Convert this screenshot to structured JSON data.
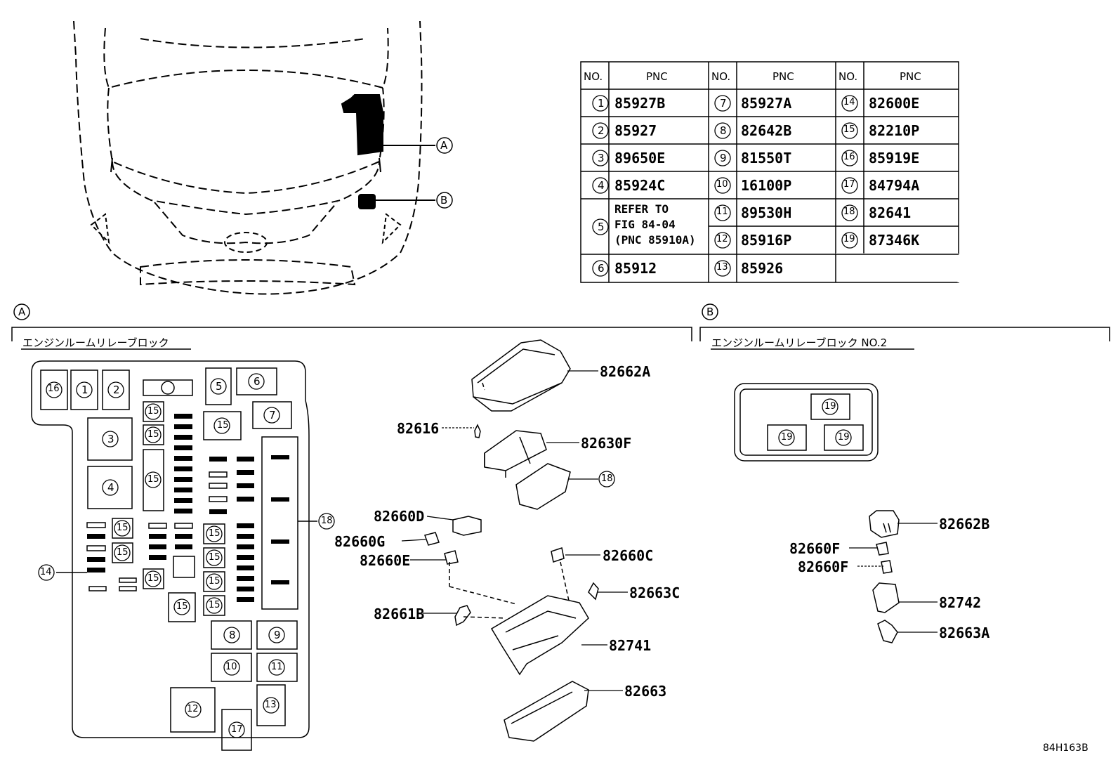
{
  "figure_code": "84H163B",
  "view_markers": {
    "a": "A",
    "b": "B"
  },
  "section_a": {
    "marker": "A",
    "title": "エンジンルームリレーブロック"
  },
  "section_b": {
    "marker": "B",
    "title": "エンジンルームリレーブロック NO.2"
  },
  "table": {
    "headers": [
      "NO.",
      "PNC"
    ],
    "col1": [
      {
        "no": "1",
        "pnc": "85927B"
      },
      {
        "no": "2",
        "pnc": "85927"
      },
      {
        "no": "3",
        "pnc": "89650E"
      },
      {
        "no": "4",
        "pnc": "85924C"
      },
      {
        "no": "5",
        "pnc_lines": [
          "REFER TO",
          "FIG 84-04",
          "(PNC 85910A)"
        ]
      },
      {
        "no": "6",
        "pnc": "85912"
      }
    ],
    "col2": [
      {
        "no": "7",
        "pnc": "85927A"
      },
      {
        "no": "8",
        "pnc": "82642B"
      },
      {
        "no": "9",
        "pnc": "81550T"
      },
      {
        "no": "10",
        "pnc": "16100P"
      },
      {
        "no": "11",
        "pnc": "89530H"
      },
      {
        "no": "12",
        "pnc": "85916P"
      },
      {
        "no": "13",
        "pnc": "85926"
      }
    ],
    "col3": [
      {
        "no": "14",
        "pnc": "82600E"
      },
      {
        "no": "15",
        "pnc": "82210P"
      },
      {
        "no": "16",
        "pnc": "85919E"
      },
      {
        "no": "17",
        "pnc": "84794A"
      },
      {
        "no": "18",
        "pnc": "82641"
      },
      {
        "no": "19",
        "pnc": "87346K"
      }
    ]
  },
  "relay_block_a_labels": [
    "16",
    "1",
    "2",
    "3",
    "4",
    "5",
    "6",
    "7",
    "8",
    "9",
    "10",
    "11",
    "12",
    "13",
    "14",
    "15",
    "17",
    "18"
  ],
  "relay_block_b_labels": [
    "19",
    "19",
    "19"
  ],
  "parts_a": [
    "82662A",
    "82616",
    "82630F",
    "18",
    "82660D",
    "82660G",
    "82660E",
    "82660C",
    "82663C",
    "82661B",
    "82741",
    "82663"
  ],
  "parts_b": [
    "82662B",
    "82660F",
    "82660F",
    "82742",
    "82663A"
  ]
}
